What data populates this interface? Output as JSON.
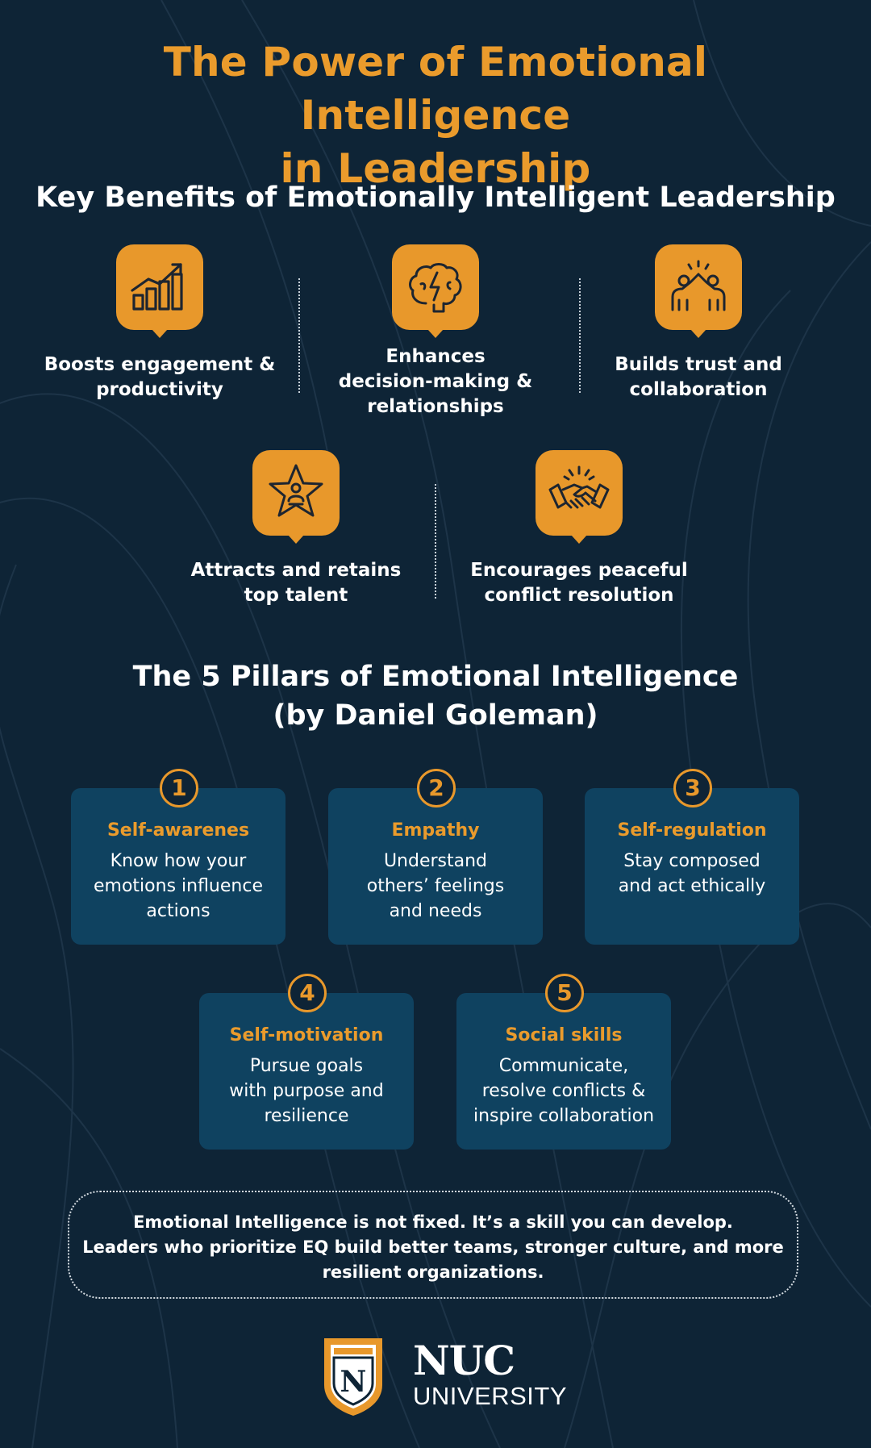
{
  "title": {
    "line1": "The Power of Emotional Intelligence",
    "line2": "in Leadership"
  },
  "benefits_section": {
    "heading": "Key Benefits of Emotionally Intelligent Leadership",
    "items": [
      {
        "icon": "bar-chart-growth-icon",
        "label": "Boosts engagement &\nproductivity"
      },
      {
        "icon": "brain-lightning-icon",
        "label": "Enhances\ndecision-making &\nrelationships"
      },
      {
        "icon": "team-high-five-icon",
        "label": "Builds trust and\ncollaboration"
      },
      {
        "icon": "star-person-icon",
        "label": "Attracts and retains\ntop talent"
      },
      {
        "icon": "handshake-icon",
        "label": "Encourages peaceful\nconflict resolution"
      }
    ]
  },
  "pillars_section": {
    "heading_line1": "The 5 Pillars of Emotional Intelligence",
    "heading_line2": "(by Daniel Goleman)",
    "items": [
      {
        "number": "1",
        "title": "Self-awarenes",
        "desc": "Know how your\nemotions influence\nactions"
      },
      {
        "number": "2",
        "title": "Empathy",
        "desc": "Understand\nothers’ feelings\nand needs"
      },
      {
        "number": "3",
        "title": "Self-regulation",
        "desc": "Stay composed\nand act ethically"
      },
      {
        "number": "4",
        "title": "Self-motivation",
        "desc": "Pursue goals\nwith purpose and\nresilience"
      },
      {
        "number": "5",
        "title": "Social skills",
        "desc": "Communicate,\nresolve conflicts &\ninspire collaboration"
      }
    ]
  },
  "callout": {
    "line1": "Emotional Intelligence is not fixed. It’s a skill you can develop.",
    "line2": "Leaders who prioritize EQ build better teams, stronger culture, and more",
    "line3": "resilient organizations."
  },
  "logo": {
    "shield_letter": "N",
    "name": "NUC",
    "sub": "UNIVERSITY"
  },
  "colors": {
    "background": "#0e2436",
    "accent": "#e8982b",
    "card": "#0f4260",
    "text": "#ffffff"
  }
}
